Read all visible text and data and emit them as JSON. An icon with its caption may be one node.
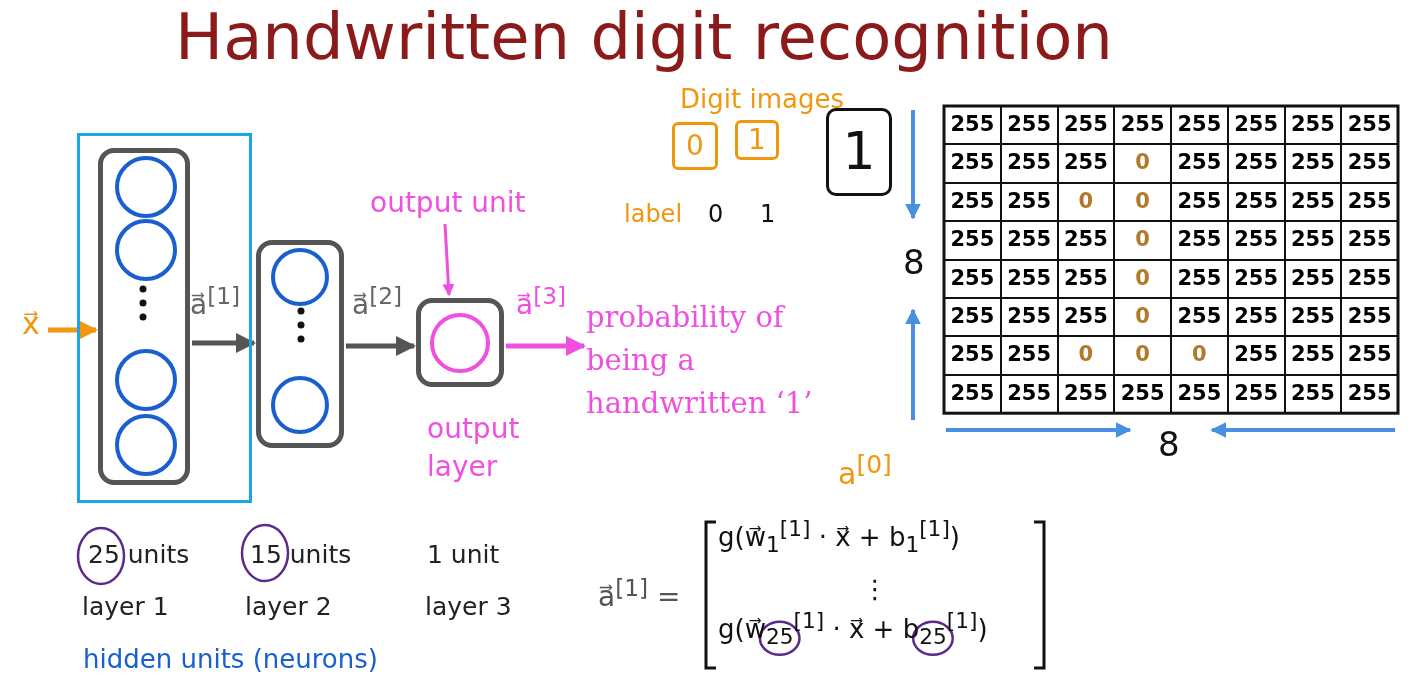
{
  "diagram": {
    "title": "Handwritten digit recognition",
    "nodes": [
      {
        "text": [
          "x⃗"
        ]
      },
      {
        "text": [],
        "shape": "box"
      },
      {
        "text": [],
        "shape": "box",
        "in": 1
      },
      {
        "text": [],
        "shape": "circle",
        "in": 2
      },
      {
        "text": [],
        "shape": "circle",
        "in": 2
      },
      {
        "text": [],
        "shape": "circle",
        "in": 2
      },
      {
        "text": [],
        "shape": "circle",
        "in": 2
      },
      {
        "text": [],
        "shape": "box"
      },
      {
        "text": [],
        "shape": "circle",
        "in": 7
      },
      {
        "text": [],
        "shape": "circle",
        "in": 7
      },
      {
        "text": [],
        "shape": "box",
        "beside": [
          "output layer"
        ]
      },
      {
        "text": [],
        "shape": "circle",
        "in": 10
      },
      {
        "text": [
          "probability of being a handwritten ‘1’"
        ]
      },
      {
        "text": [
          "output unit"
        ]
      },
      {
        "text": [
          "0"
        ]
      },
      {
        "text": [
          "1"
        ]
      },
      {
        "text": [
          "1"
        ]
      }
    ],
    "edges": [
      {
        "from": 0,
        "to": 2,
        "arrow": "to",
        "color": "#f0960f"
      },
      {
        "from": 2,
        "to": 7,
        "arrow": "to",
        "label": "a⃗$^{[1]}$"
      },
      {
        "from": 7,
        "to": 10,
        "arrow": "to",
        "label": "a⃗$^{[2]}$"
      },
      {
        "from": 10,
        "to": 12,
        "arrow": "to",
        "label": "a⃗$^{[3]}$",
        "color": "#f050e0"
      },
      {
        "from": 13,
        "to": 10,
        "arrow": "to",
        "color": "#f050e0"
      }
    ],
    "labels": [
      "Digit images",
      "label",
      "0",
      "1",
      "255",
      "255",
      "255",
      "255",
      "255",
      "255",
      "255",
      "255",
      "255",
      "255",
      "255",
      "0",
      "255",
      "255",
      "255",
      "255",
      "255",
      "255",
      "0",
      "0",
      "255",
      "255",
      "255",
      "255",
      "255",
      "255",
      "255",
      "0",
      "255",
      "255",
      "255",
      "255",
      "255",
      "255",
      "255",
      "0",
      "255",
      "255",
      "255",
      "255",
      "255",
      "255",
      "255",
      "0",
      "255",
      "255",
      "255",
      "255",
      "255",
      "255",
      "0",
      "0",
      "0",
      "255",
      "255",
      "255",
      "255",
      "255",
      "255",
      "255",
      "255",
      "255",
      "255",
      "255",
      "8",
      "8",
      "25 units",
      "15 units",
      "1 unit",
      "layer 1",
      "layer 2",
      "layer 3",
      "a$^{[0]}$",
      "a⃗$^{[1]}$ =",
      "g(w⃗$_{1}$$^{[1]}$ · x⃗ + b$_{1}$$^{[1]}$)",
      "⋮",
      "g(w⃗$_{25}$$^{[1]}$ · x⃗ + b$_{25}$$^{[1]}$)",
      "hidden units (neurons)"
    ]
  }
}
